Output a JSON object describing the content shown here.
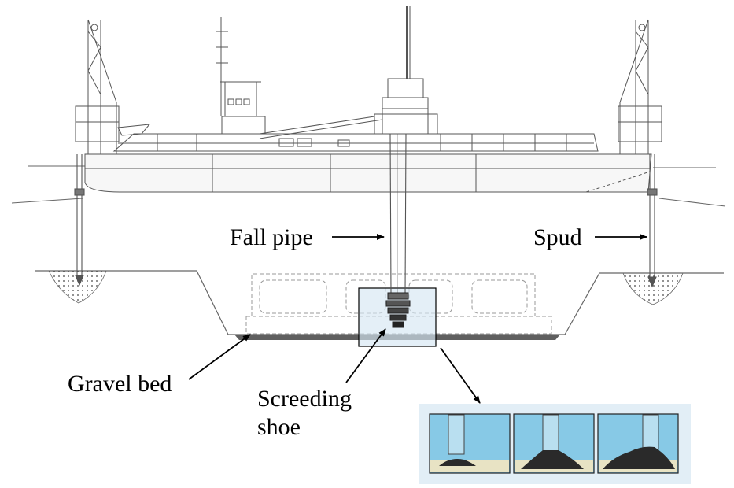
{
  "labels": {
    "fall_pipe": "Fall pipe",
    "spud": "Spud",
    "gravel_bed": "Gravel bed",
    "screeding_shoe_line1": "Screeding",
    "screeding_shoe_line2": "shoe"
  },
  "colors": {
    "line": "#555555",
    "water": "#87c9e6",
    "inset_background": "#e2eef6",
    "sand": "#e8e3c4",
    "gravel": "#2a2a2a",
    "highlight_box": "#d5e6f2"
  },
  "inset": {
    "panels": [
      "dump-stage-small",
      "dump-stage-medium",
      "dump-stage-large"
    ]
  }
}
